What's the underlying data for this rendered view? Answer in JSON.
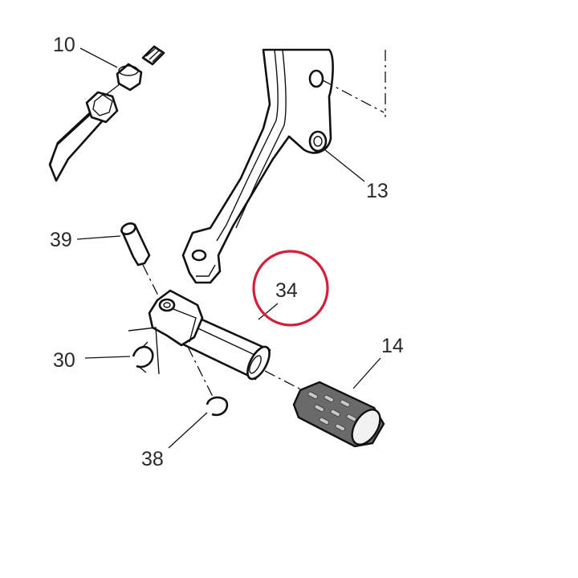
{
  "labels": {
    "l10": "10",
    "l13": "13",
    "l14": "14",
    "l30": "30",
    "l34": "34",
    "l38": "38",
    "l39": "39"
  },
  "highlight_color": "#d0203a"
}
